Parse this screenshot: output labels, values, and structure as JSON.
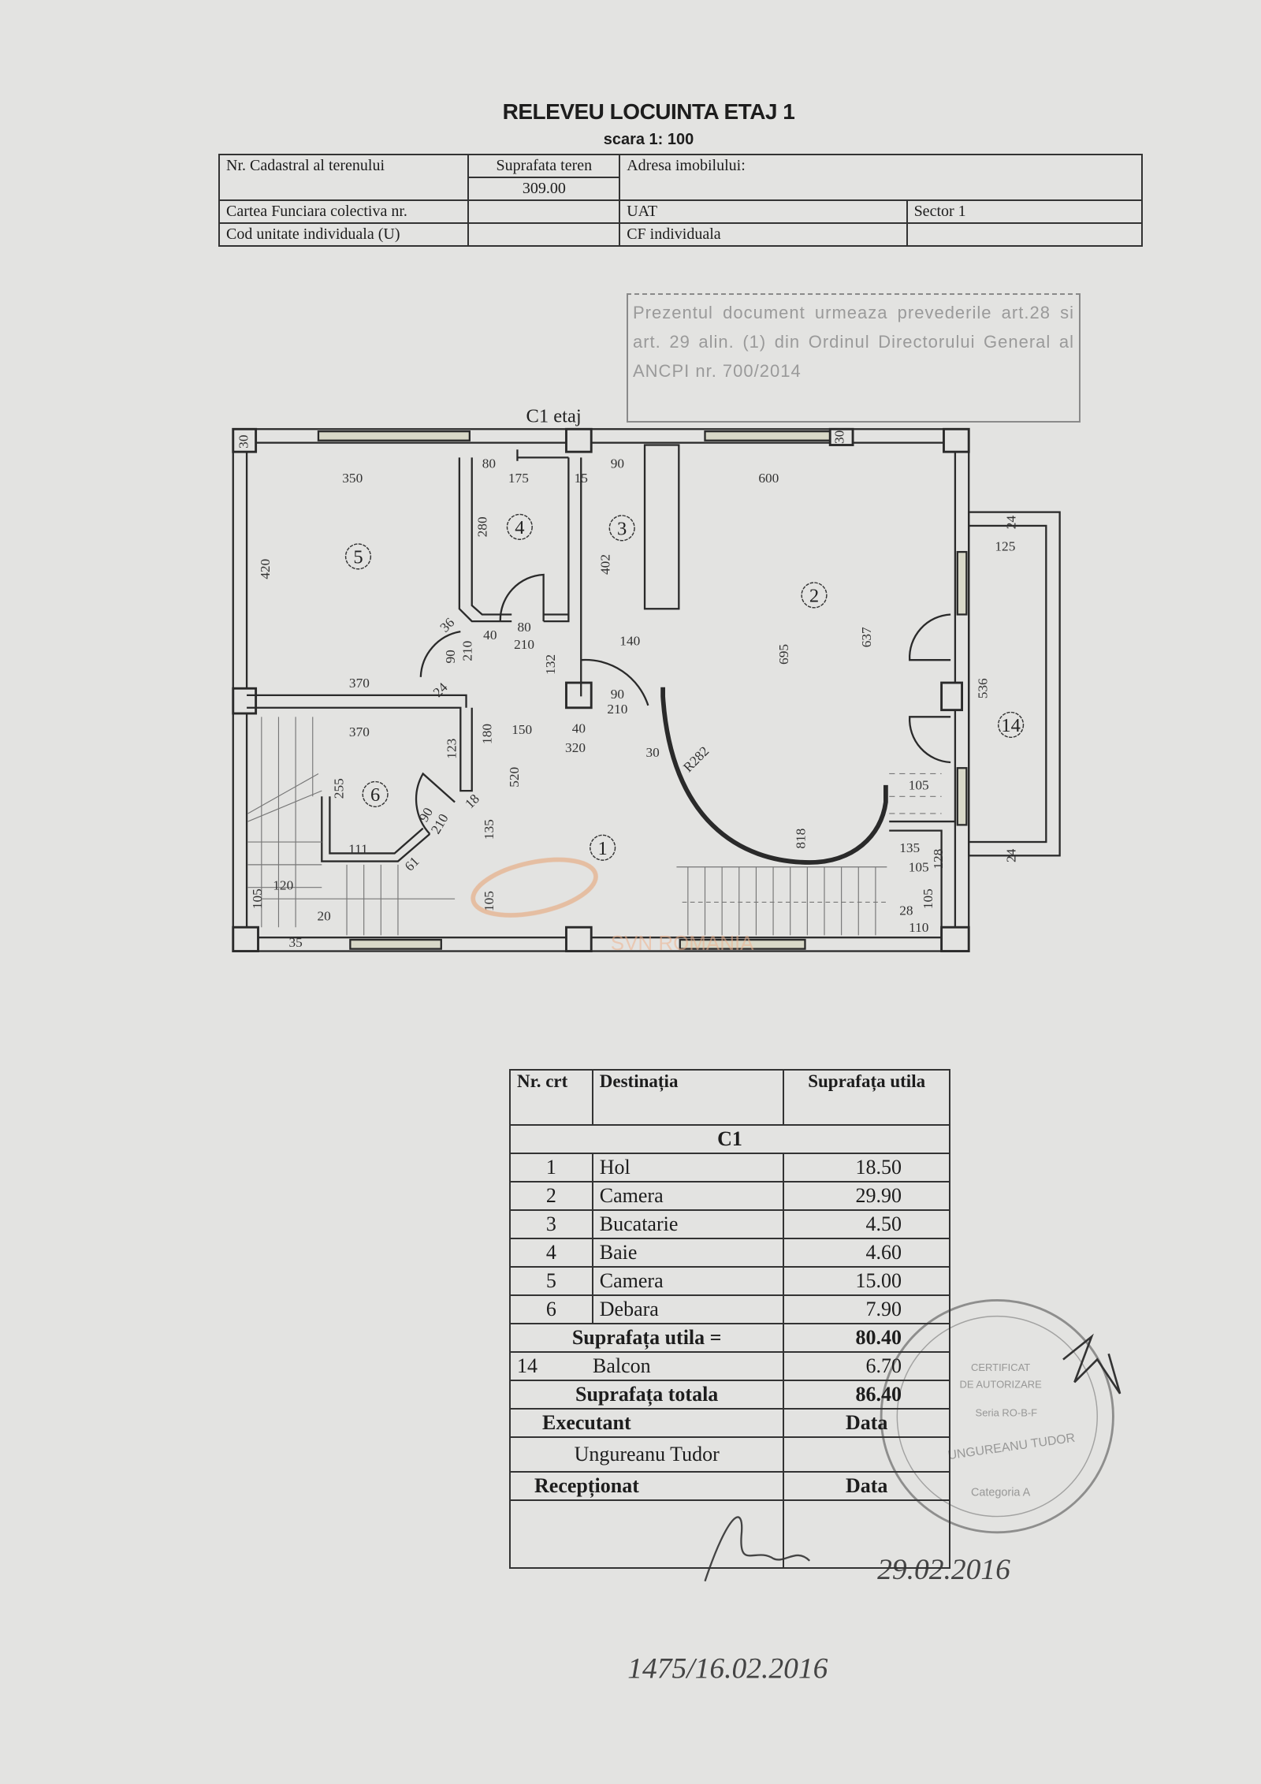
{
  "header": {
    "title": "RELEVEU LOCUINTA ETAJ  1",
    "scale": "scara 1: 100"
  },
  "land_table": {
    "cadastral_label": "Nr. Cadastral al terenului",
    "land_area_label": "Suprafata  teren",
    "land_area_value": "309.00",
    "address_label": "Adresa imobilului:",
    "land_book_label": "Cartea Funciara colectiva nr.",
    "uat_label": "UAT",
    "sector_label": "Sector  1",
    "unit_code_label": "Cod unitate  individuala (U)",
    "cf_label": "CF individuala"
  },
  "notice": "Prezentul document urmeaza prevederile art.28 si art. 29 alin. (1) din Ordinul Directorului General al ANCPI nr. 700/2014",
  "plan": {
    "building_label": "C1 etaj",
    "room_numbers": [
      "1",
      "2",
      "3",
      "4",
      "5",
      "6",
      "14"
    ],
    "dimensions": [
      "350",
      "175",
      "80",
      "90",
      "15",
      "600",
      "420",
      "280",
      "402",
      "695",
      "637",
      "125",
      "536",
      "36",
      "40",
      "80",
      "210",
      "90",
      "210",
      "132",
      "140",
      "90",
      "210",
      "370",
      "24",
      "370",
      "123",
      "180",
      "150",
      "40",
      "320",
      "30",
      "R282",
      "520",
      "255",
      "90",
      "210",
      "18",
      "135",
      "111",
      "61",
      "120",
      "105",
      "20",
      "105",
      "35",
      "818",
      "105",
      "135",
      "105",
      "128",
      "28",
      "105",
      "110",
      "30",
      "24",
      "24",
      "30"
    ]
  },
  "area_table": {
    "headers": {
      "nr": "Nr. crt",
      "destination": "Destinația",
      "area": "Suprafața utila"
    },
    "building": "C1",
    "rows": [
      {
        "nr": "1",
        "name": "Hol",
        "area": "18.50"
      },
      {
        "nr": "2",
        "name": "Camera",
        "area": "29.90"
      },
      {
        "nr": "3",
        "name": "Bucatarie",
        "area": "4.50"
      },
      {
        "nr": "4",
        "name": "Baie",
        "area": "4.60"
      },
      {
        "nr": "5",
        "name": "Camera",
        "area": "15.00"
      },
      {
        "nr": "6",
        "name": "Debara",
        "area": "7.90"
      }
    ],
    "useful_label": "Suprafața utila   =",
    "useful_value": "80.40",
    "balcony_nr": "14",
    "balcony_name": "Balcon",
    "balcony_value": "6.70",
    "total_label": "Suprafața totala",
    "total_value": "86.40",
    "executant_label": "Executant",
    "date_label": "Data",
    "executant_name": "Ungureanu  Tudor",
    "received_label": "Recepționat",
    "received_date_label": "Data"
  },
  "handwriting": {
    "date": "29.02.2016",
    "registration": "1475/16.02.2016"
  },
  "stamp": {
    "text": "CERTIFICAT DE AUTORIZARE Seria RO-B-F UNGUREANU TUDOR Categoria A"
  },
  "watermark": {
    "text": "SVN ROMANIA",
    "color": "#e8a070"
  }
}
